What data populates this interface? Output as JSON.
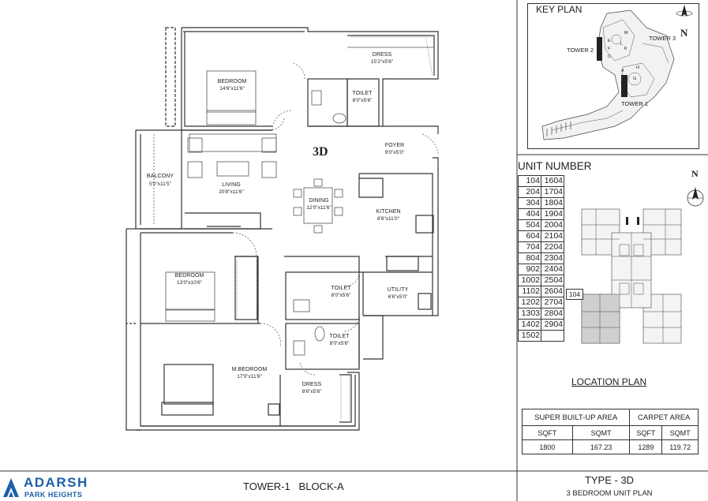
{
  "unit_type_label": "3D",
  "rooms": {
    "bedroom_top": {
      "name": "BEDROOM",
      "dim": "14'6\"x11'6\""
    },
    "dress_top": {
      "name": "DRESS",
      "dim": "15'2\"x5'6\""
    },
    "toilet_top": {
      "name": "TOILET",
      "dim": "8'0\"x5'6\""
    },
    "foyer": {
      "name": "FOYER",
      "dim": "9'0\"x5'0\""
    },
    "balcony": {
      "name": "BALCONY",
      "dim": "5'0\"x11'5\""
    },
    "living": {
      "name": "LIVING",
      "dim": "20'8\"x11'6\""
    },
    "dining": {
      "name": "DINING",
      "dim": "12'0\"x11'6\""
    },
    "kitchen": {
      "name": "KITCHEN",
      "dim": "8'6\"x11'0\""
    },
    "bedroom_mid": {
      "name": "BEDROOM",
      "dim": "13'0\"x10'6\""
    },
    "toilet_mid": {
      "name": "TOILET",
      "dim": "8'0\"x5'6\""
    },
    "utility": {
      "name": "UTILITY",
      "dim": "6'6\"x5'0\""
    },
    "toilet_low": {
      "name": "TOILET",
      "dim": "8'0\"x5'6\""
    },
    "master_bedroom": {
      "name": "M.BEDROOM",
      "dim": "17'0\"x11'6\""
    },
    "dress_low": {
      "name": "DRESS",
      "dim": "8'6\"x5'6\""
    }
  },
  "key_plan": {
    "title": "KEY PLAN",
    "tower1": "TOWER 1",
    "tower2": "TOWER 2",
    "tower3": "TOWER 3",
    "north": "N"
  },
  "unit_number": {
    "title": "UNIT NUMBER",
    "rows": [
      [
        "104",
        "1604"
      ],
      [
        "204",
        "1704"
      ],
      [
        "304",
        "1804"
      ],
      [
        "404",
        "1904"
      ],
      [
        "504",
        "2004"
      ],
      [
        "604",
        "2104"
      ],
      [
        "704",
        "2204"
      ],
      [
        "804",
        "2304"
      ],
      [
        "902",
        "2404"
      ],
      [
        "1002",
        "2504"
      ],
      [
        "1102",
        "2604"
      ],
      [
        "1202",
        "2704"
      ],
      [
        "1303",
        "2804"
      ],
      [
        "1402",
        "2904"
      ],
      [
        "1502",
        ""
      ]
    ]
  },
  "location_plan": {
    "title": "LOCATION PLAN",
    "unit_tag": "104",
    "north": "N"
  },
  "area_table": {
    "super_label": "SUPER BUILT-UP AREA",
    "carpet_label": "CARPET AREA",
    "units": [
      "SQFT",
      "SQMT",
      "SQFT",
      "SQMT"
    ],
    "values": [
      "1800",
      "167.23",
      "1289",
      "119.72"
    ]
  },
  "footer": {
    "brand_name": "ADARSH",
    "brand_sub": "PARK HEIGHTS",
    "tower_block": "TOWER-1   BLOCK-A",
    "type_title": "TYPE - 3D",
    "type_sub": "3 BEDROOM UNIT PLAN"
  },
  "colors": {
    "line": "#333333",
    "brand_blue": "#1f5fa8"
  }
}
